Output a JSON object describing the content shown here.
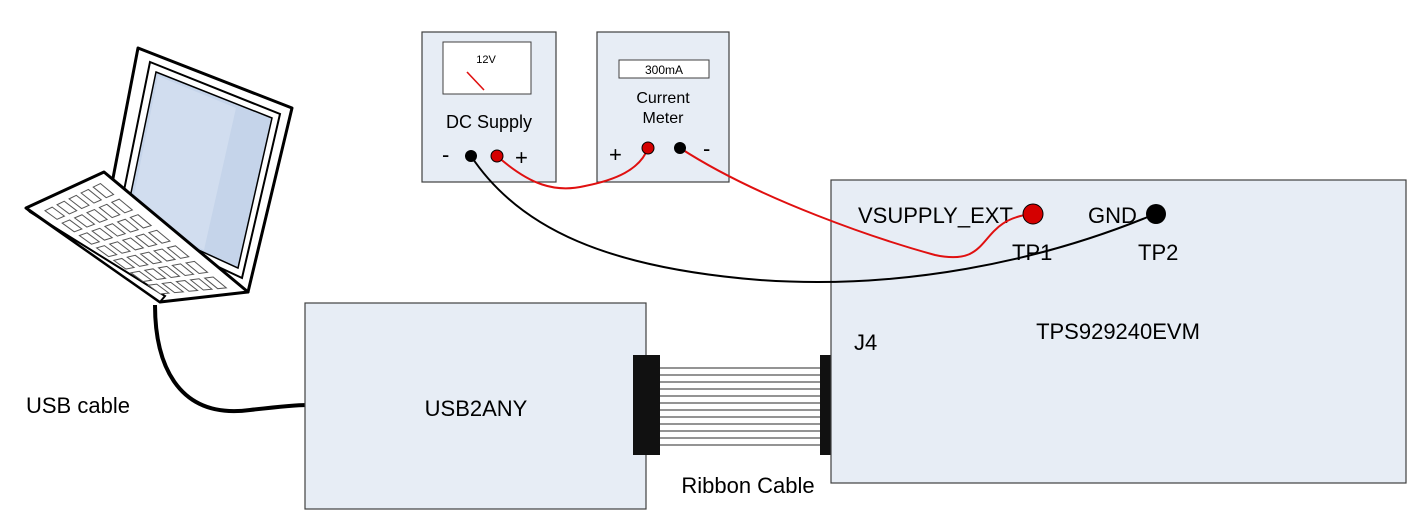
{
  "colors": {
    "box_fill": "#e7edf5",
    "box_stroke": "#404040",
    "wire_red": "#e01010",
    "wire_black": "#000000",
    "terminal_red": "#d40000",
    "screen_fill": "#c5d4ea"
  },
  "laptop": {
    "icon": "laptop-icon"
  },
  "labels": {
    "usb_cable": "USB cable",
    "ribbon_cable": "Ribbon Cable"
  },
  "dc_supply": {
    "title": "DC Supply",
    "voltage": "12V",
    "minus": "-",
    "plus": "+"
  },
  "current_meter": {
    "title_line1": "Current",
    "title_line2": "Meter",
    "reading": "300mA",
    "plus": "+",
    "minus": "-"
  },
  "usb2any": {
    "title": "USB2ANY"
  },
  "evm": {
    "title": "TPS929240EVM",
    "connector": "J4",
    "vsupply_label": "VSUPPLY_EXT",
    "tp1": "TP1",
    "gnd_label": "GND",
    "tp2": "TP2"
  }
}
